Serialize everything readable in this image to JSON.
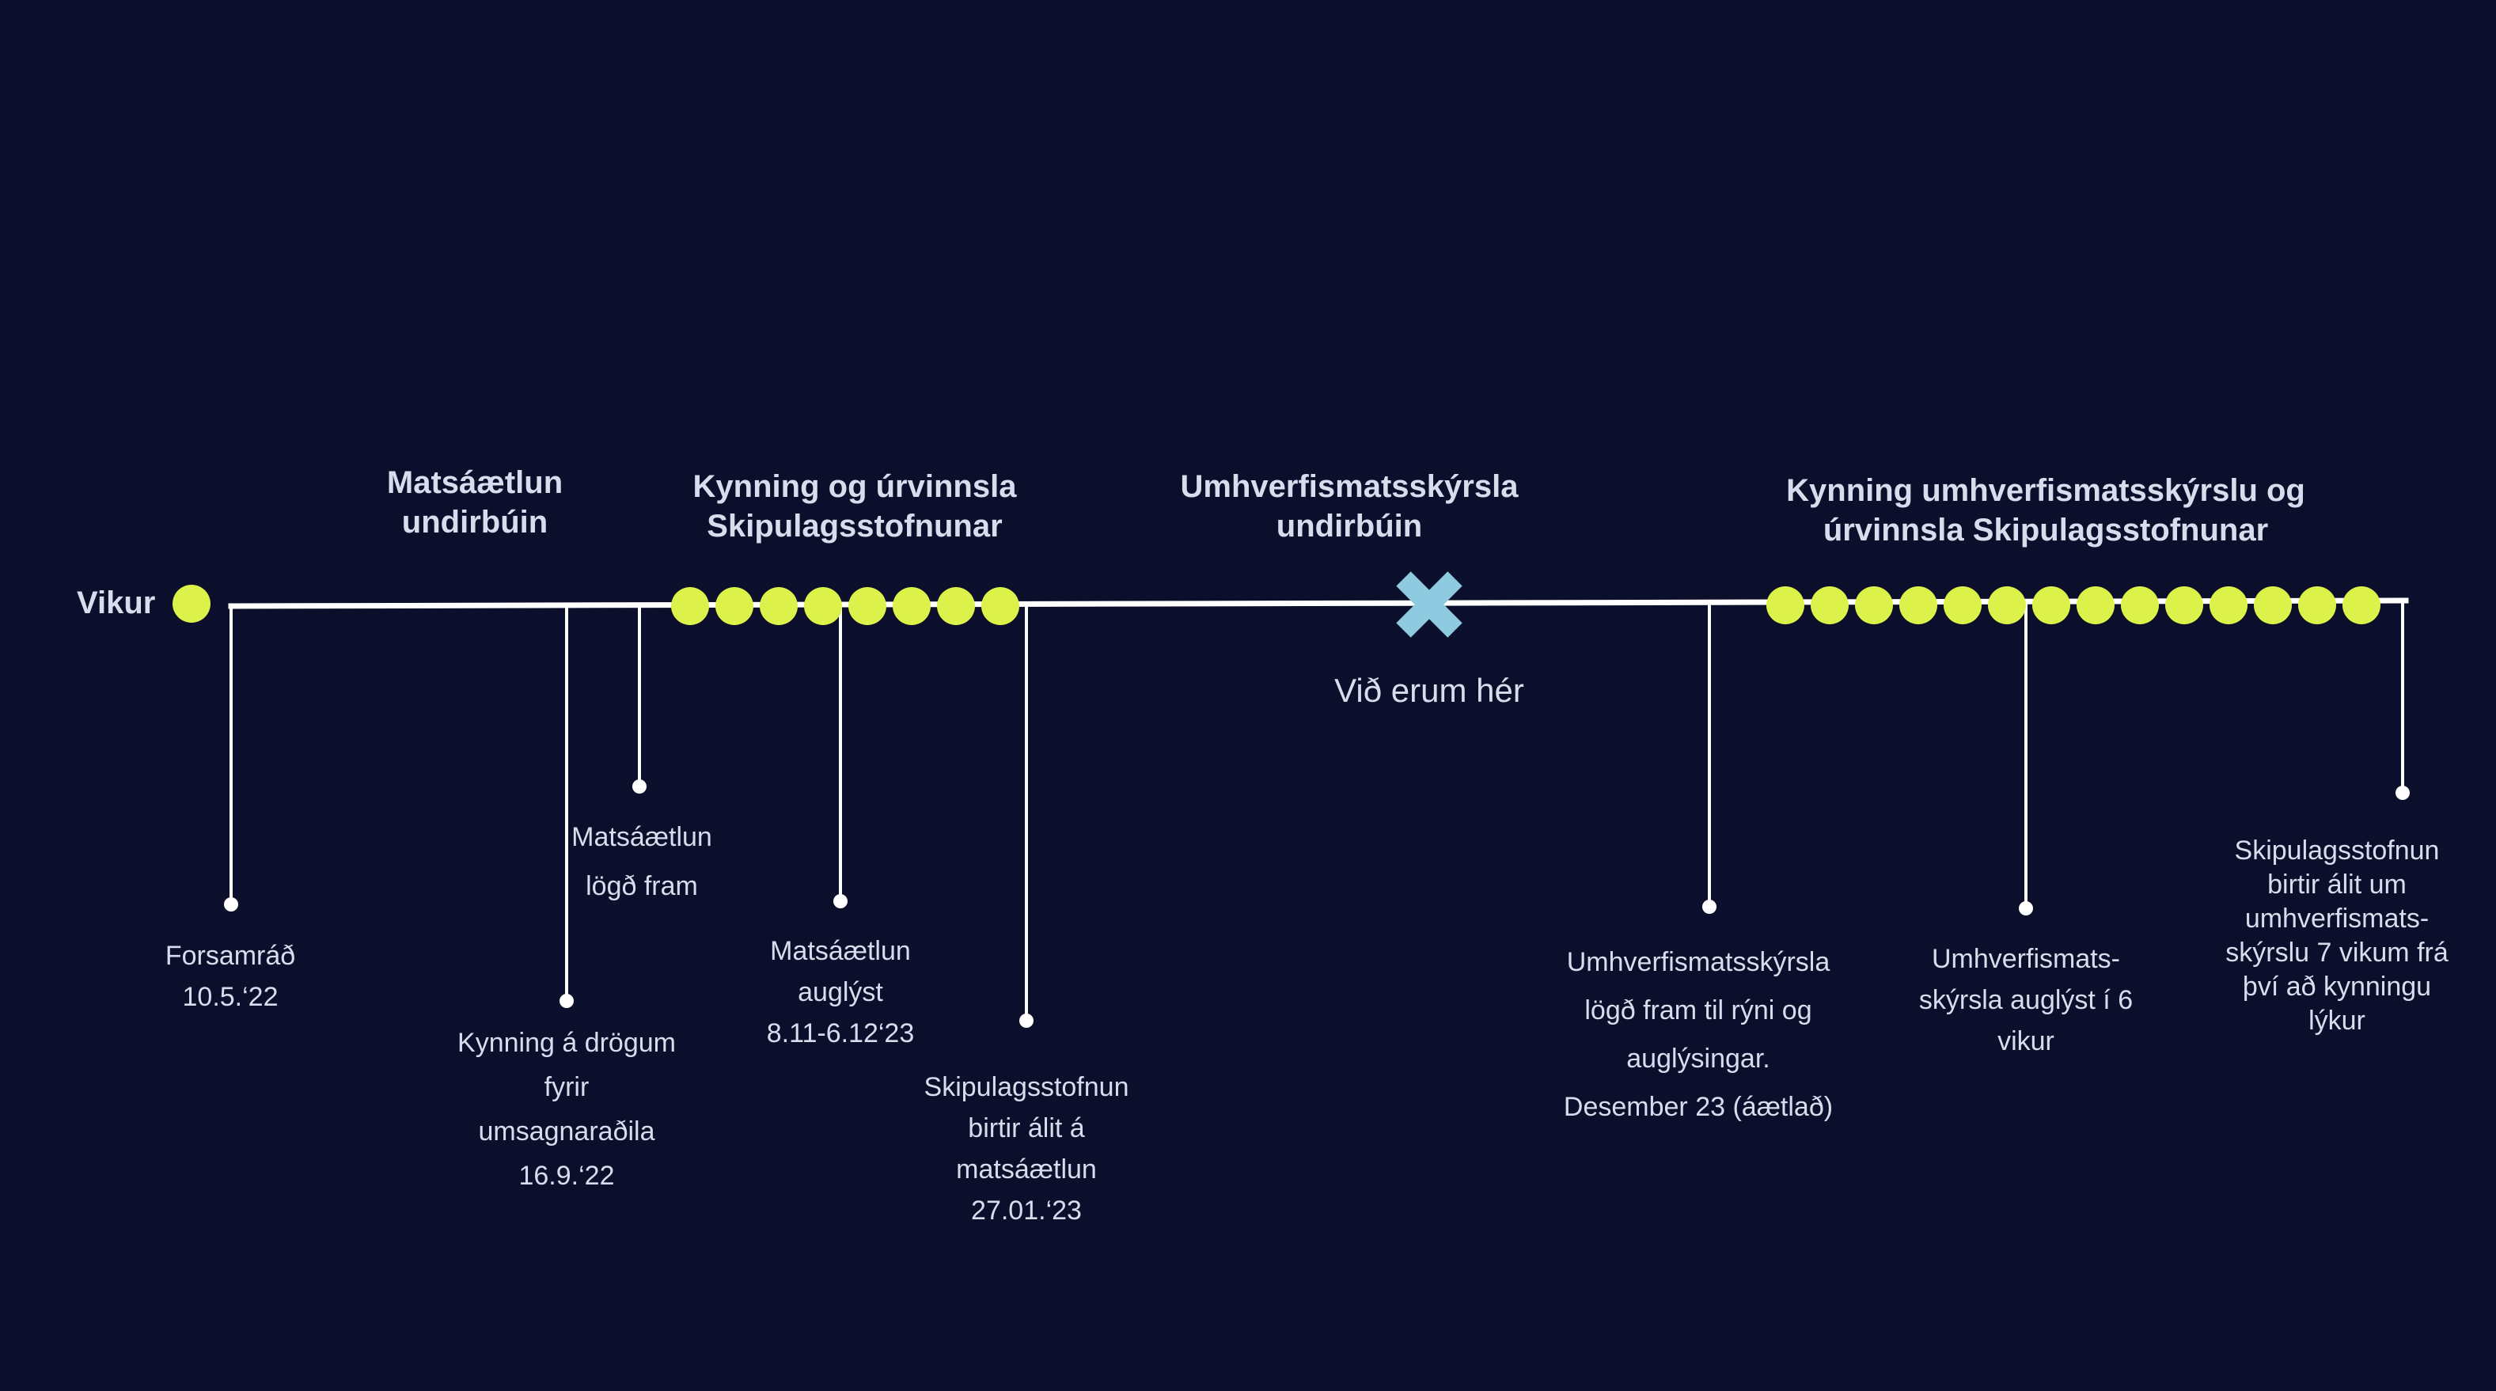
{
  "colors": {
    "background": "#0b0f2b",
    "line": "#ffffff",
    "week_dot": "#dcf24a",
    "marker": "#8ecae0",
    "text": "#d9dcec"
  },
  "legend": {
    "label": "Vikur",
    "icon": "week-dot-icon"
  },
  "phases": [
    {
      "lines": [
        "Matsáætlun",
        "undirbúin"
      ]
    },
    {
      "lines": [
        "Kynning og úrvinnsla",
        "Skipulagsstofnunar"
      ]
    },
    {
      "lines": [
        "Umhverfismatsskýrsla",
        "undirbúin"
      ]
    },
    {
      "lines": [
        "Kynning umhverfismatsskýrslu og",
        "úrvinnsla Skipulagsstofnunar"
      ]
    }
  ],
  "week_groups": [
    {
      "weeks": 8
    },
    {
      "weeks": 14
    }
  ],
  "current_position": {
    "icon": "cross-marker-icon",
    "label": "Við erum hér"
  },
  "events": [
    {
      "lines": [
        "Forsamráð",
        "10.5.‘22"
      ]
    },
    {
      "lines": [
        "Kynning á drögum",
        "fyrir",
        "umsagnaraðila",
        "16.9.‘22"
      ]
    },
    {
      "lines": [
        "Matsáætlun",
        "lögð fram"
      ]
    },
    {
      "lines": [
        "Matsáætlun",
        "auglýst",
        "8.11-6.12‘23"
      ]
    },
    {
      "lines": [
        "Skipulagsstofnun",
        "birtir álit á",
        "matsáætlun",
        "27.01.‘23"
      ]
    },
    {
      "lines": [
        "Umhverfismatsskýrsla",
        "lögð fram til rýni og",
        "auglýsingar.",
        "Desember 23 (áætlað)"
      ]
    },
    {
      "lines": [
        "Umhverfismats-",
        "skýrsla auglýst í 6",
        "vikur"
      ]
    },
    {
      "lines": [
        "Skipulagsstofnun",
        "birtir álit um",
        "umhverfismats-",
        "skýrslu 7 vikum frá",
        "því að kynningu",
        "lýkur"
      ]
    }
  ]
}
